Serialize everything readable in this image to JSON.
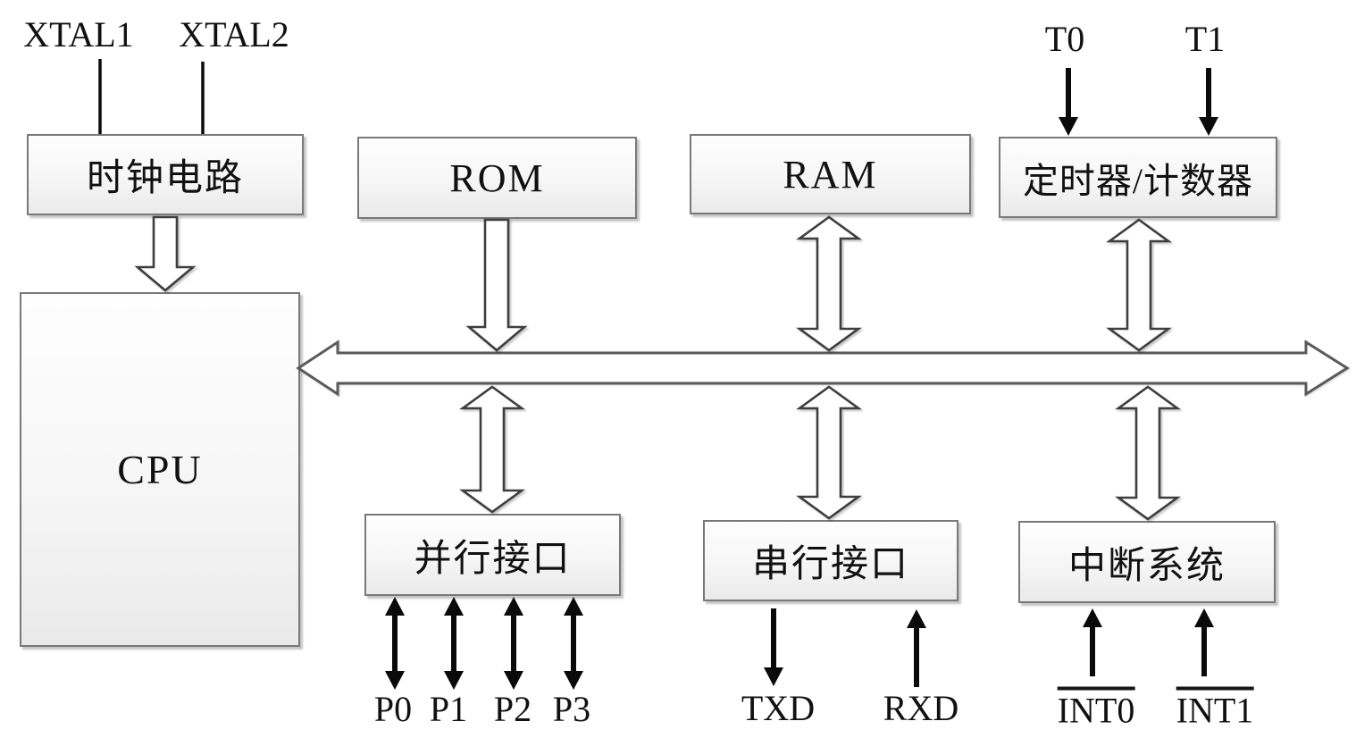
{
  "diagram": {
    "description": "8051 microcontroller internal structure block diagram",
    "blocks": {
      "clock": "时钟电路",
      "cpu": "CPU",
      "rom": "ROM",
      "ram": "RAM",
      "timer": "定时器/计数器",
      "parallel": "并行接口",
      "serial": "串行接口",
      "interrupt": "中断系统"
    },
    "pins": {
      "xtal1": "XTAL1",
      "xtal2": "XTAL2",
      "t0": "T0",
      "t1": "T1",
      "p0": "P0",
      "p1": "P1",
      "p2": "P2",
      "p3": "P3",
      "txd": "TXD",
      "rxd": "RXD",
      "int0": "INT0",
      "int1": "INT1"
    },
    "colors": {
      "background": "#ffffff",
      "box_border": "#797979",
      "box_fill": "#f4f4f4",
      "hollow_arrow_outline": "#3e3e3e",
      "bus_outline": "#5a5a5a",
      "solid_arrow": "#0a0a0a",
      "text": "#111111"
    }
  }
}
